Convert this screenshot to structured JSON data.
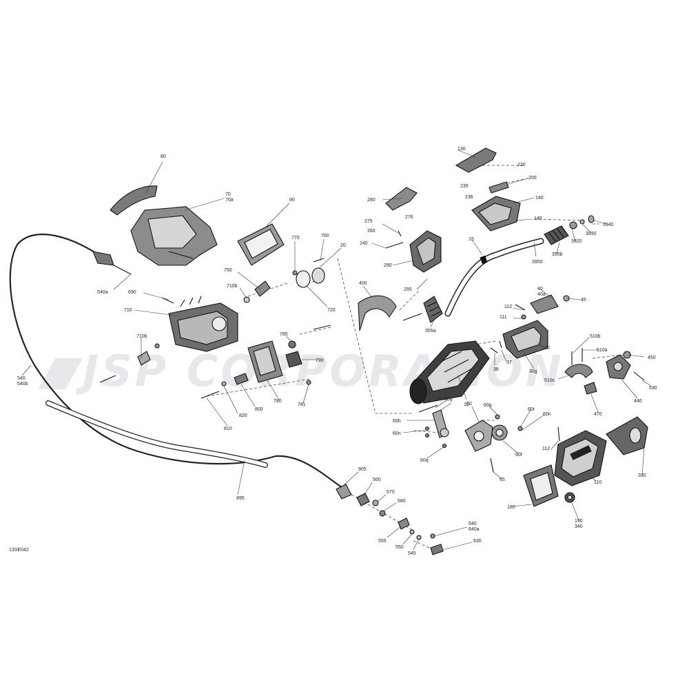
{
  "watermark": "JSP CORPORATION",
  "diagram_code": "13SE042",
  "colors": {
    "ink": "#111111",
    "part_fill": "#6f6f6f",
    "part_light": "#b9b9b9",
    "watermark": "#c8ccd3"
  },
  "labels": {
    "l80": "80",
    "l70": "70",
    "l70a": "70a",
    "l90": "90",
    "l770": "770",
    "l760": "760",
    "l20": "20",
    "l750": "750",
    "l710b_1": "710b",
    "l720": "720",
    "l690": "690",
    "l710": "710",
    "l710b_2": "710b",
    "l785": "785",
    "l790": "790",
    "l780": "780",
    "l781": "781",
    "l800": "800",
    "l820": "820",
    "l810": "810",
    "l540": "540",
    "l540b": "540b",
    "l540a": "540a",
    "l895": "895",
    "l905": "905",
    "l560": "560",
    "l570": "570",
    "l580": "580",
    "l555": "555",
    "l550": "550",
    "l545": "545",
    "l640": "640",
    "l640a": "640a",
    "l630": "630",
    "l130": "130",
    "l220": "220",
    "l200": "200",
    "l235": "235",
    "l236": "236",
    "l280": "280",
    "l140": "140",
    "l145": "145",
    "l3940": "3940",
    "l3930": "3930",
    "l3920": "3920",
    "l355b": "355b",
    "l3950": "3950",
    "l275": "275",
    "l276": "276",
    "l260": "260",
    "l240": "240",
    "l290": "290",
    "l295": "295",
    "l15": "15",
    "l400": "400",
    "l355a": "355a",
    "l10": "10",
    "l40": "40",
    "l40a": "40a",
    "l45": "45",
    "l112_1": "112",
    "l111": "111",
    "l30": "30",
    "l37": "37",
    "l38": "38",
    "l30g": "30g",
    "l510b": "510b",
    "l510a": "510a",
    "l510c": "510c",
    "l450": "450",
    "l530": "530",
    "l440": "440",
    "l470": "470",
    "l60g": "60g",
    "l60": "60",
    "l60q_1": "60q",
    "l60r": "60r",
    "l60n_1": "60n",
    "l60h": "60h",
    "l60n_2": "60n",
    "l60q_2": "60q",
    "l60f": "60f",
    "l65": "65",
    "l112_2": "112",
    "l110": "110",
    "l330": "330",
    "l180": "180",
    "l190": "190",
    "l340": "340"
  },
  "icons": {
    "windshield": "windshield-icon",
    "hood": "hood-icon",
    "gauge_frame": "gauge-frame-icon",
    "throttle_cable": "throttle-cable-icon",
    "hose": "hose-icon",
    "steering_column": "steering-column-icon",
    "handlebar_tube": "handlebar-tube-icon",
    "grip": "grip-icon",
    "throttle_housing": "throttle-housing-icon",
    "display_cover": "display-cover-icon",
    "handle_cover": "handle-cover-icon"
  }
}
